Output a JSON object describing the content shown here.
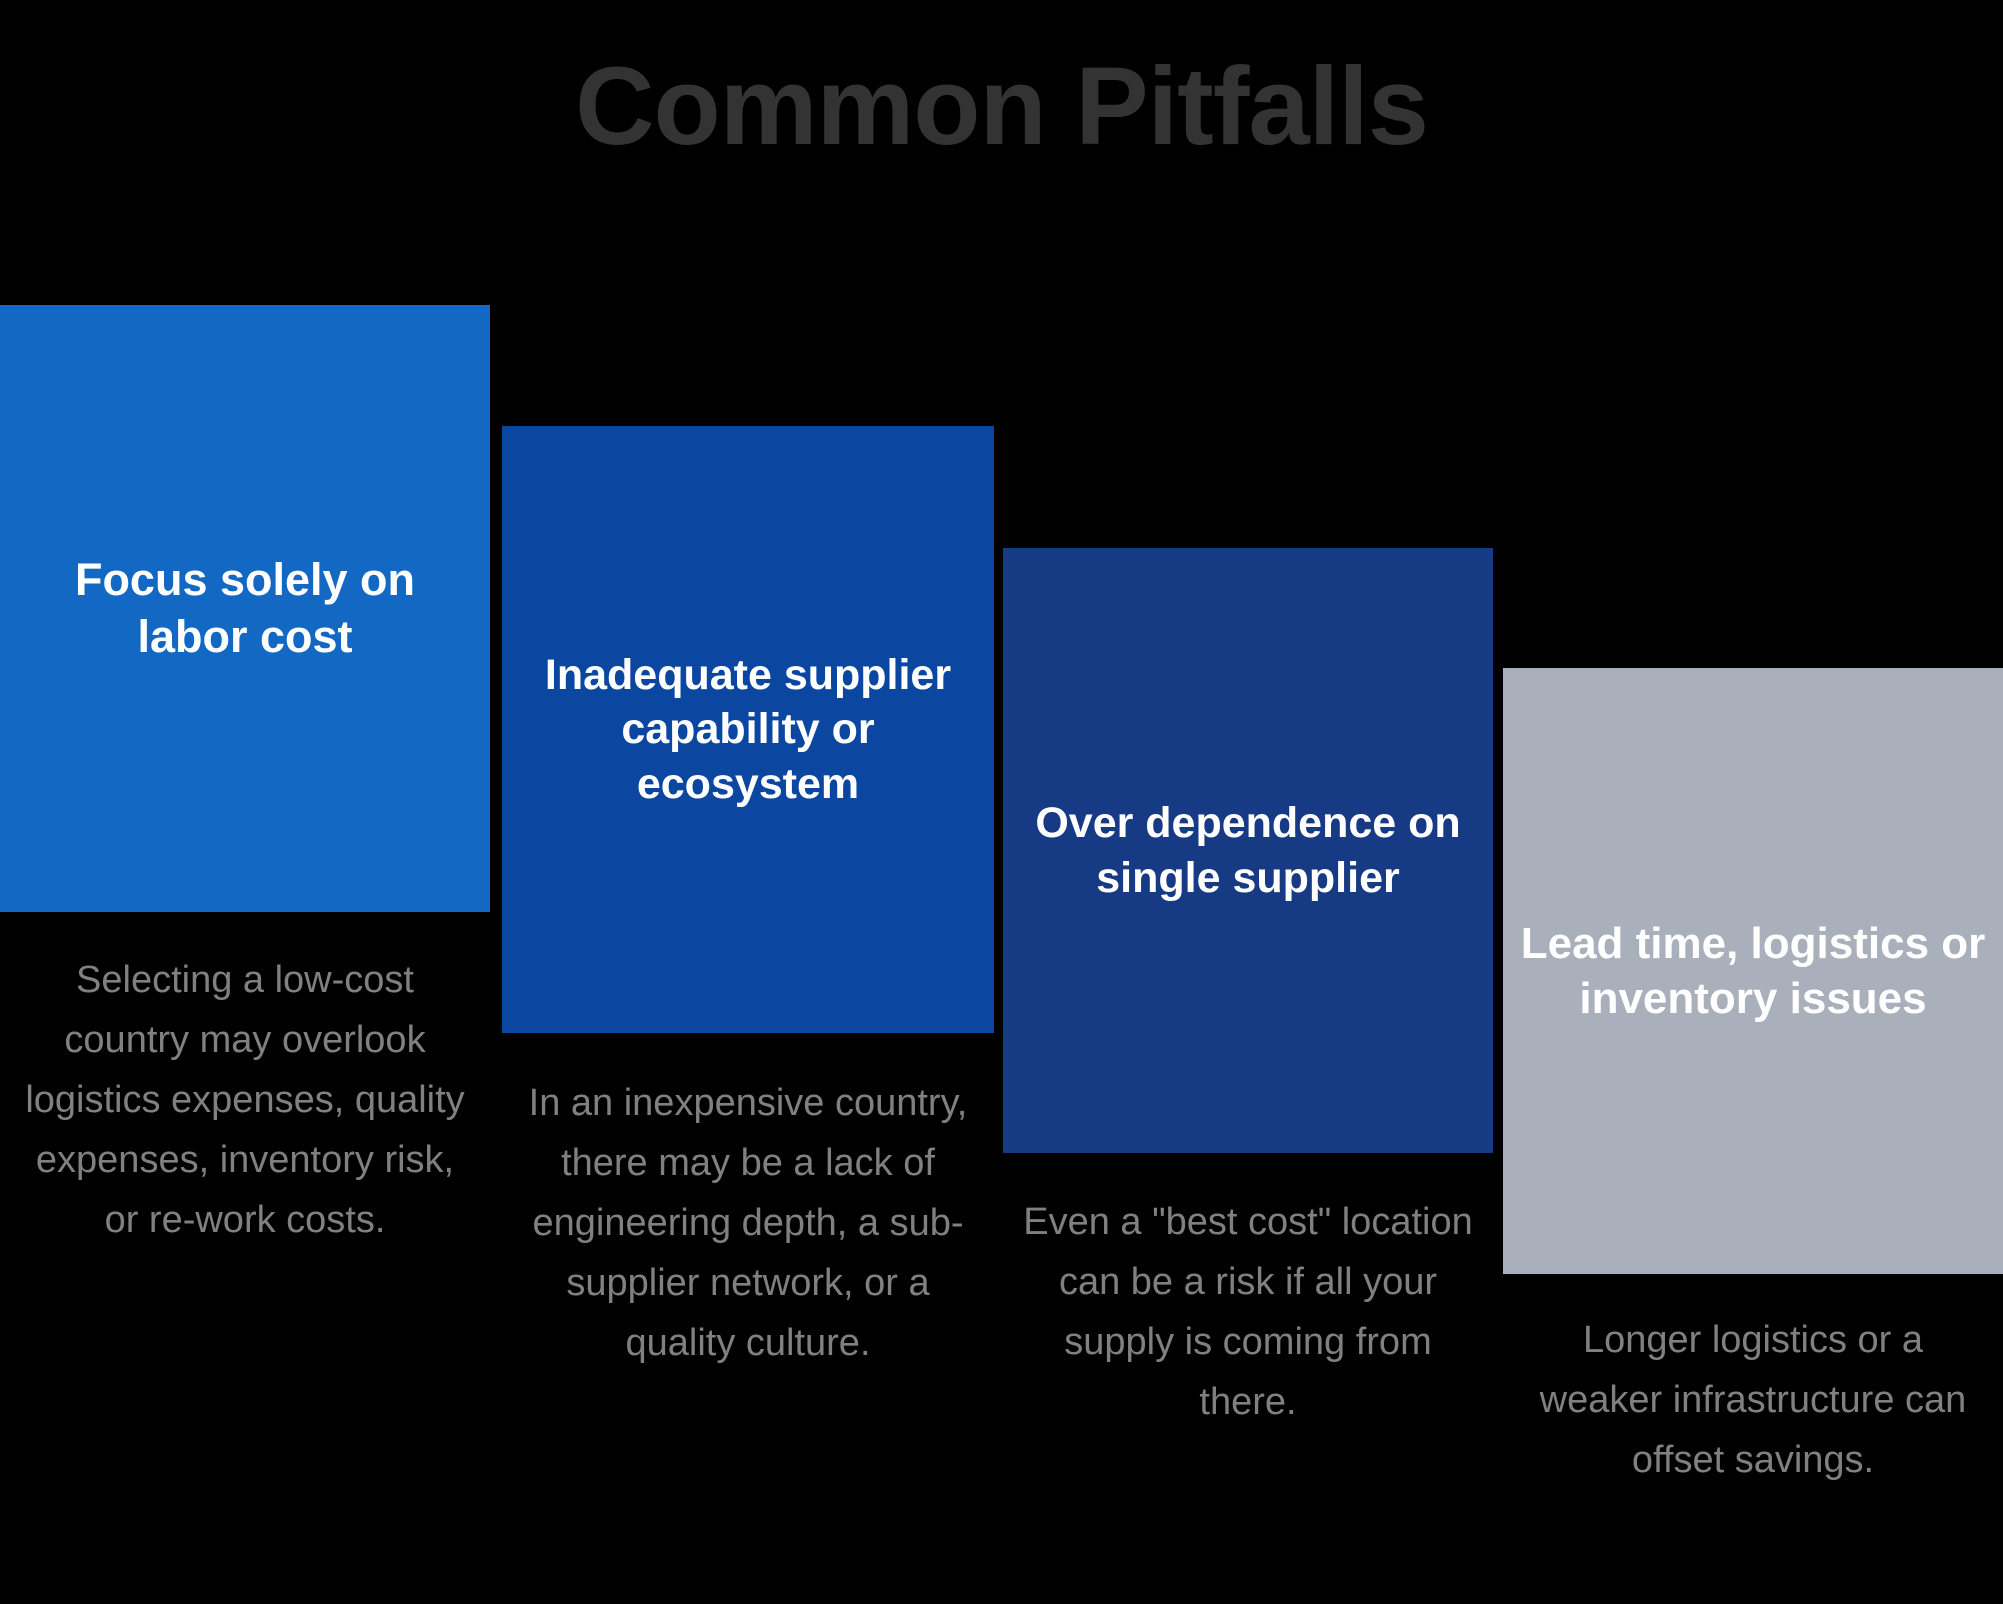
{
  "slide": {
    "title": "Common Pitfalls",
    "background_color": "#000000",
    "title_color": "#333333",
    "description_color": "#808080"
  },
  "columns": [
    {
      "title": "Focus solely on labor cost",
      "description": "Selecting a low-cost country may overlook logistics expenses, quality expenses, inventory risk, or re-work costs.",
      "box_color": "#1268C3",
      "title_color": "#FFFFFF"
    },
    {
      "title": "Inadequate supplier capability or ecosystem",
      "description": "In an inexpensive country, there may be a lack of engineering depth, a sub- supplier network, or a quality culture.",
      "box_color": "#0B47A0",
      "title_color": "#FFFFFF"
    },
    {
      "title": "Over dependence on single supplier",
      "description": "Even a \"best cost\" location can be a risk if all your supply is coming from there.",
      "box_color": "#173A85",
      "title_color": "#FFFFFF"
    },
    {
      "title": "Lead time, logistics or inventory issues",
      "description": "Longer logistics or a weaker infrastructure can offset savings.",
      "box_color": "#A9B0BC",
      "title_color": "#FFFFFF"
    }
  ]
}
